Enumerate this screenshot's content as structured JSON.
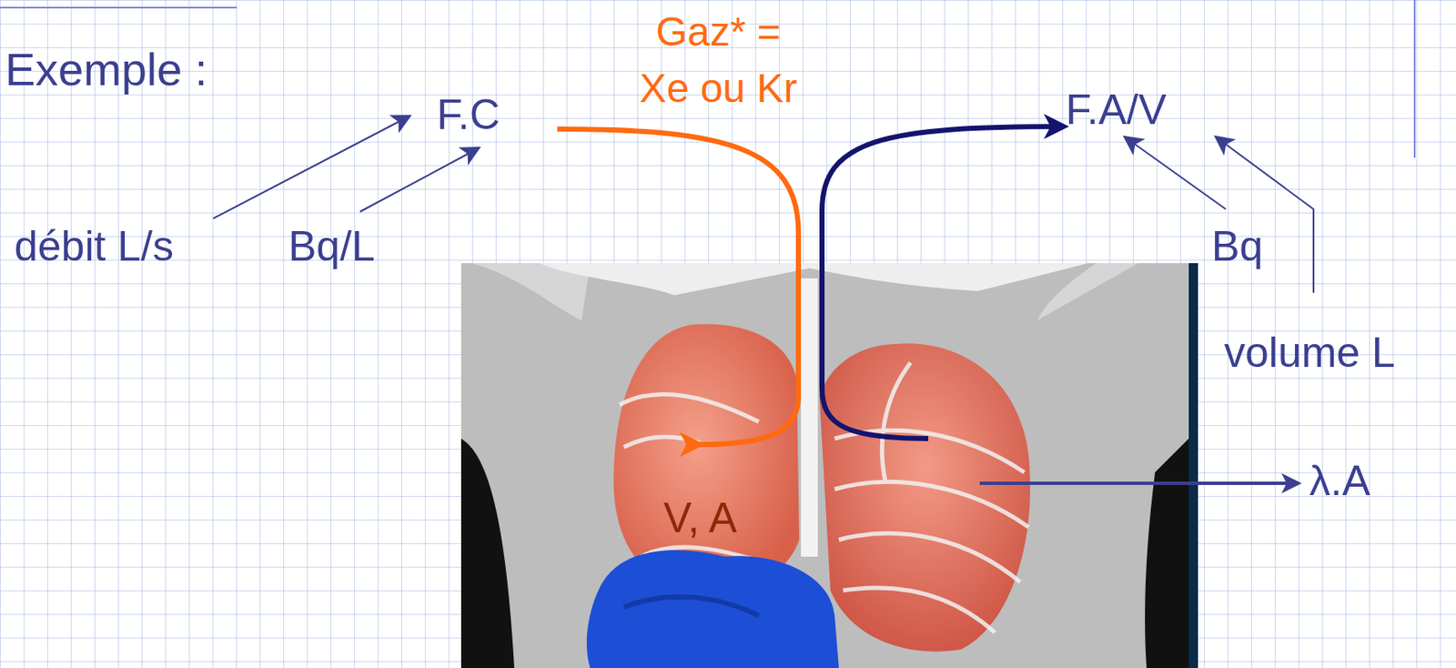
{
  "diagram": {
    "labels": [
      "Exemple :",
      "F.C",
      "Gaz* = Xe ou Kr",
      "F.A/V",
      "débit L/s",
      "Bq/L",
      "Bq",
      "volume L",
      "λ.A",
      "V, A"
    ]
  }
}
